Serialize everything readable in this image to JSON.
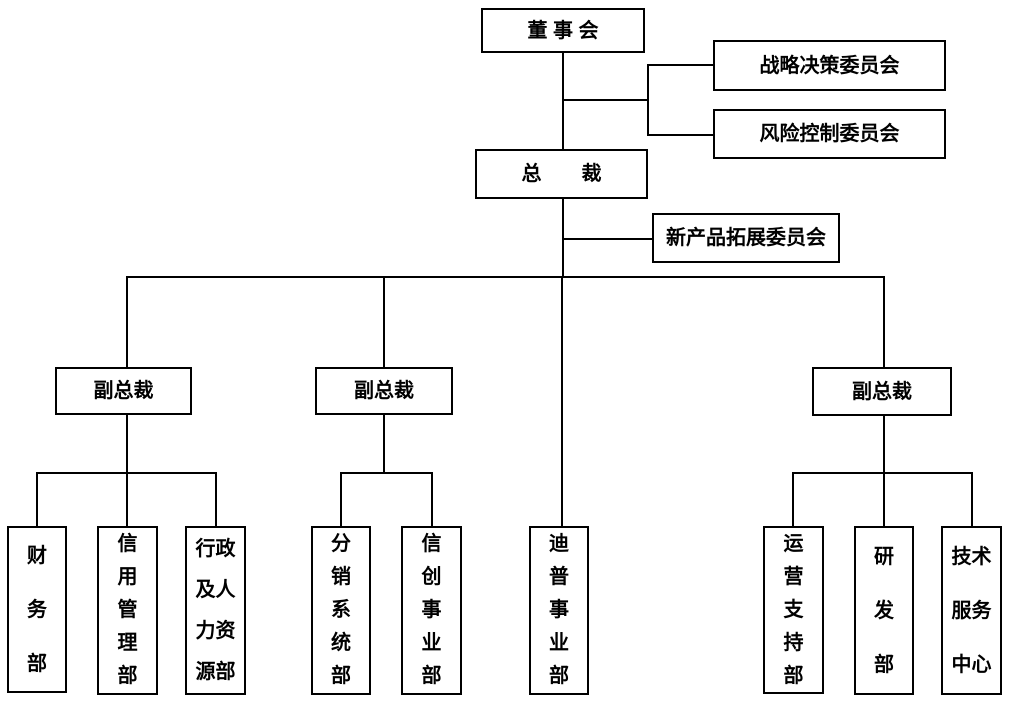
{
  "diagram": {
    "type": "org-chart",
    "colors": {
      "line": "#000000",
      "background": "#ffffff",
      "text": "#000000"
    },
    "nodes": {
      "board": {
        "label": "董 事 会"
      },
      "strategy": {
        "label": "战略决策委员会"
      },
      "risk": {
        "label": "风险控制委员会"
      },
      "president": {
        "label": "总　　裁"
      },
      "npd": {
        "label": "新产品拓展委员会"
      },
      "vp1": {
        "label": "副总裁"
      },
      "vp2": {
        "label": "副总裁"
      },
      "vp3": {
        "label": "副总裁"
      },
      "finance": {
        "label": "财务部"
      },
      "credit": {
        "label": "信用管理部"
      },
      "admin_hr": {
        "label": "行政及人力资源部"
      },
      "distribution": {
        "label": "分销系统部"
      },
      "xinchuang": {
        "label": "信创事业部"
      },
      "dipu": {
        "label": "迪普事业部"
      },
      "ops_support": {
        "label": "运营支持部"
      },
      "rnd": {
        "label": "研发部"
      },
      "tech_service": {
        "label": "技术服务中心"
      }
    },
    "hierarchy": {
      "root": "board",
      "board_committees": [
        "strategy",
        "risk"
      ],
      "president_committee": "npd",
      "vp1_children": [
        "finance",
        "credit",
        "admin_hr"
      ],
      "vp2_children": [
        "distribution",
        "xinchuang"
      ],
      "president_direct": [
        "dipu"
      ],
      "vp3_children": [
        "ops_support",
        "rnd",
        "tech_service"
      ]
    }
  }
}
